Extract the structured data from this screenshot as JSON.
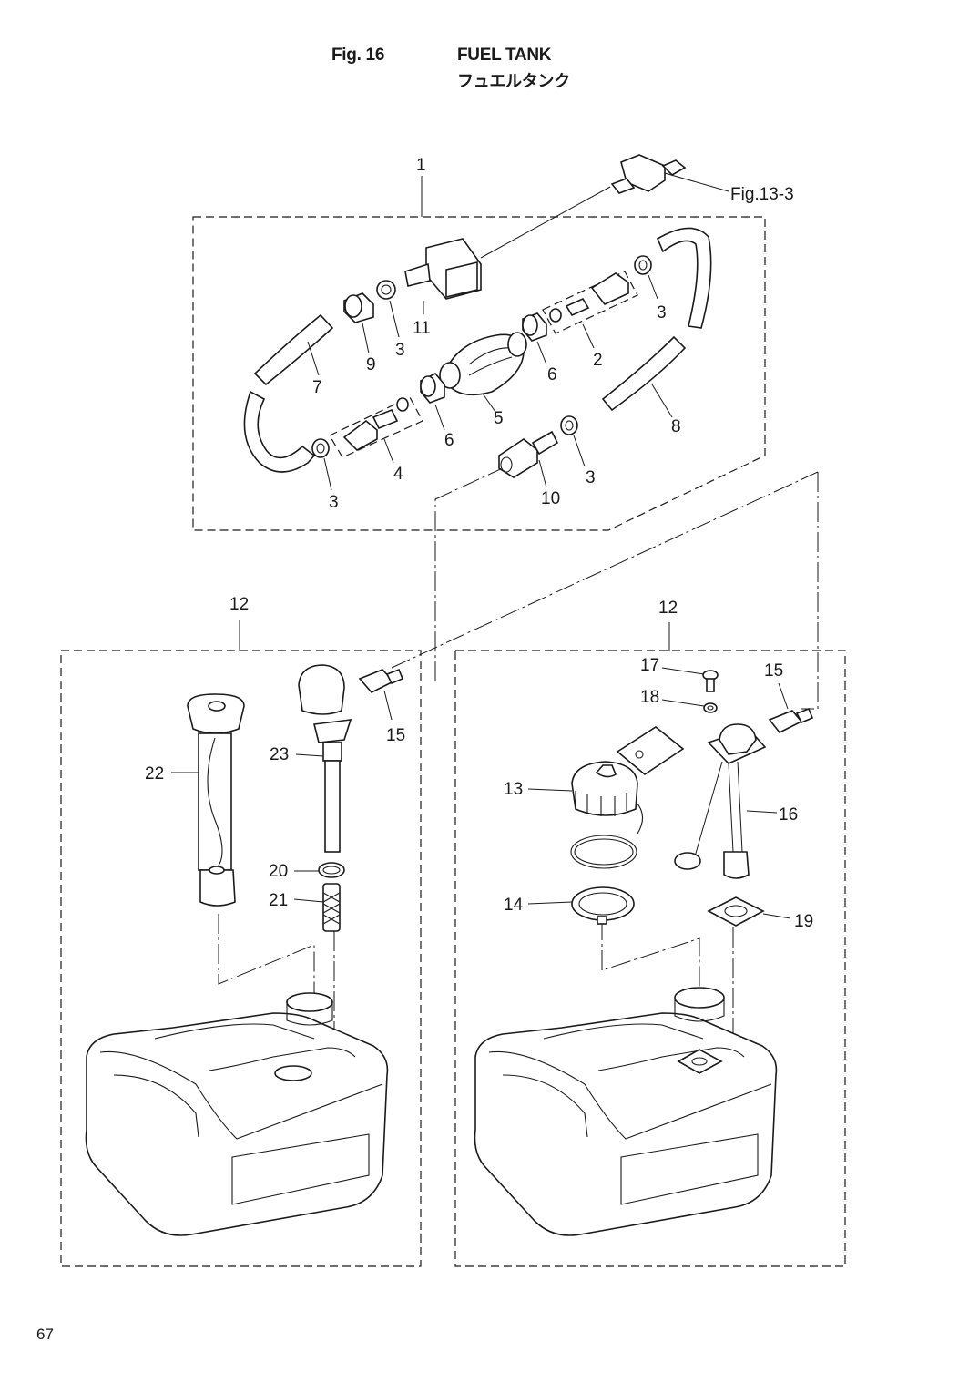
{
  "header": {
    "figure_number": "Fig. 16",
    "title": "FUEL TANK",
    "subtitle": "フュエルタンク"
  },
  "page_number": "67",
  "cross_reference": "Fig.13-3",
  "callouts": {
    "c1": "1",
    "c2": "2",
    "c3a": "3",
    "c3b": "3",
    "c3c": "3",
    "c3d": "3",
    "c4": "4",
    "c5": "5",
    "c6a": "6",
    "c6b": "6",
    "c7": "7",
    "c8": "8",
    "c9": "9",
    "c10": "10",
    "c11": "11",
    "c12a": "12",
    "c12b": "12",
    "c13": "13",
    "c14": "14",
    "c15a": "15",
    "c15b": "15",
    "c16": "16",
    "c17": "17",
    "c18": "18",
    "c19": "19",
    "c20": "20",
    "c21": "21",
    "c22": "22",
    "c23": "23"
  }
}
